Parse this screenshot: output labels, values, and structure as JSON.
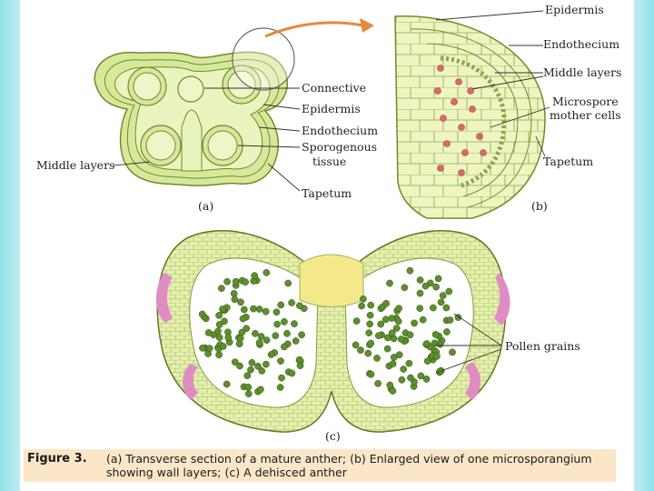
{
  "labels_a": {
    "connective": "Connective",
    "epidermis": "Epidermis",
    "endothecium": "Endothecium",
    "sporogenous_1": "Sporogenous",
    "sporogenous_2": "tissue",
    "middle_layers": "Middle layers",
    "tapetum": "Tapetum",
    "panel": "(a)"
  },
  "labels_b": {
    "epidermis": "Epidermis",
    "endothecium": "Endothecium",
    "middle_layers": "Middle layers",
    "microspore_1": "Microspore",
    "microspore_2": "mother cells",
    "tapetum": "Tapetum",
    "panel": "(b)"
  },
  "labels_c": {
    "pollen": "Pollen grains",
    "panel": "(c)"
  },
  "caption": {
    "title": "Figure 3.",
    "line1": "(a) Transverse section of a mature anther; (b) Enlarged view of one microsporangium",
    "line2": "showing wall layers; (c) A dehisced anther"
  },
  "colors": {
    "tissue": "#e4efa8",
    "cell_line": "#7d9a3a",
    "arrow": "#e8883a",
    "pollen": "#5e8f2e",
    "pink": "#e08cc4",
    "caption_bg": "#fbe6c8"
  }
}
